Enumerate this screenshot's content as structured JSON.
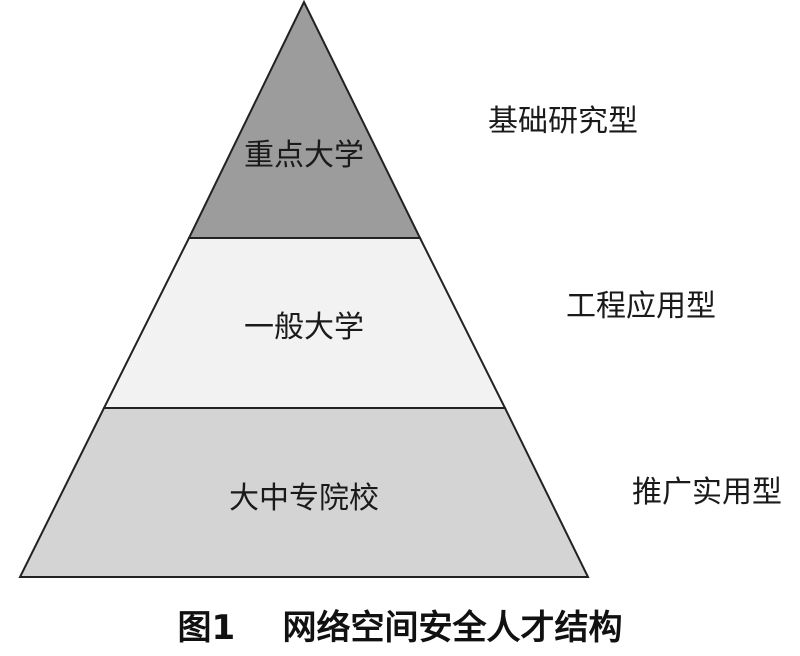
{
  "tiers": [
    {
      "label": "重点大学",
      "type_label": "基础研究型",
      "fill": "#9c9c9c"
    },
    {
      "label": "一般大学",
      "type_label": "工程应用型",
      "fill": "#f2f2f2"
    },
    {
      "label": "大中专院校",
      "type_label": "推广实用型",
      "fill": "#d4d4d4"
    }
  ],
  "caption": {
    "figure_number": "图1",
    "title": "网络空间安全人才结构"
  },
  "colors": {
    "outline": "#222222",
    "text": "#1a1a1a"
  }
}
